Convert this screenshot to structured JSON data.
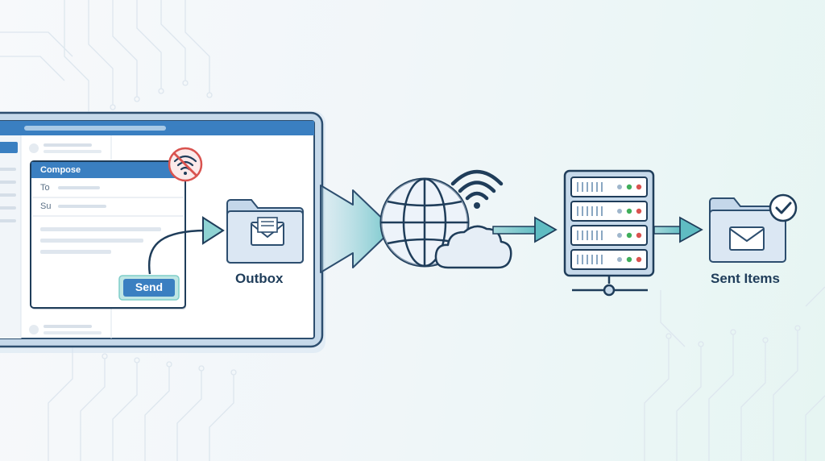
{
  "compose": {
    "title": "Compose",
    "to_label": "To",
    "subject_label": "Su",
    "send_label": "Send"
  },
  "stages": {
    "outbox": "Outbox",
    "sent_items": "Sent Items"
  },
  "icons": {
    "offline": "wifi-off-icon",
    "globe": "globe-icon",
    "wifi": "wifi-icon",
    "cloud": "cloud-icon",
    "server": "server-icon",
    "check": "checkmark-icon",
    "envelope": "envelope-icon"
  },
  "colors": {
    "primary_blue": "#3a7fc1",
    "dark_navy": "#1f3d5a",
    "teal_arrow": "#6cc4c8",
    "offline_red": "#d9534f",
    "led_green": "#3fae5a"
  }
}
